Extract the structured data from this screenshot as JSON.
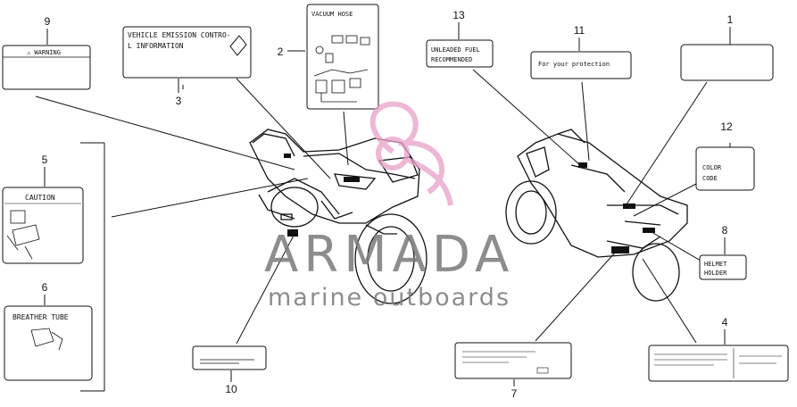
{
  "callouts": [
    {
      "id": "1",
      "number": "1"
    },
    {
      "id": "2",
      "number": "2"
    },
    {
      "id": "3",
      "number": "3"
    },
    {
      "id": "4",
      "number": "4"
    },
    {
      "id": "5",
      "number": "5"
    },
    {
      "id": "6",
      "number": "6"
    },
    {
      "id": "7",
      "number": "7"
    },
    {
      "id": "8",
      "number": "8"
    },
    {
      "id": "9",
      "number": "9"
    },
    {
      "id": "10",
      "number": "10"
    },
    {
      "id": "11",
      "number": "11"
    },
    {
      "id": "12",
      "number": "12"
    },
    {
      "id": "13",
      "number": "13"
    }
  ],
  "labels": {
    "warning": "⚠ WARNING",
    "emission_line1": "VEHICLE EMISSION CONTRO-",
    "emission_line2": "L INFORMATION",
    "vacuum_hose": "VACUUM HOSE",
    "unleaded_line1": "UNLEADED FUEL",
    "unleaded_line2": "RECOMMENDED",
    "protection": "For your protection",
    "color_line1": "COLOR",
    "color_line2": "CODE",
    "helmet_line1": "HELMET",
    "helmet_line2": "HOLDER",
    "caution": "CAUTION",
    "breather": "BREATHER TUBE"
  },
  "watermark": {
    "brand": "ARMADA",
    "tagline": "marine outboards",
    "color": "#7a7a7a",
    "accent": "#e8a0c8"
  }
}
